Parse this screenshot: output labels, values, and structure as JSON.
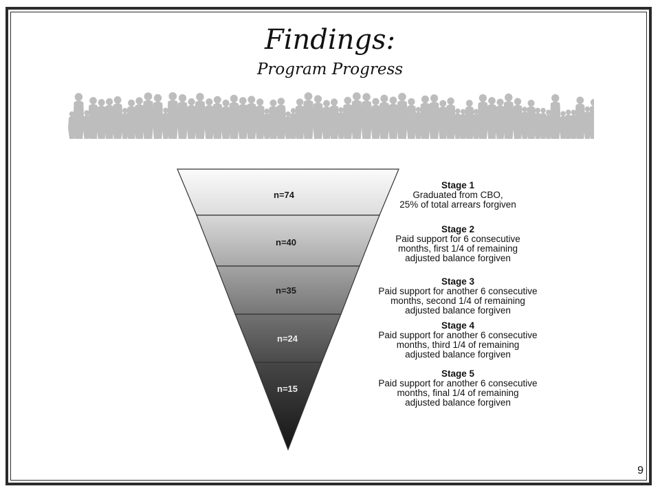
{
  "slide": {
    "title": "Findings:",
    "subtitle": "Program Progress",
    "page_number": "9"
  },
  "funnel": {
    "stages": [
      {
        "count": "n=74",
        "name": "Stage 1",
        "line1": "Graduated from CBO,",
        "line2": "25% of total arrears forgiven",
        "line3": ""
      },
      {
        "count": "n=40",
        "name": "Stage 2",
        "line1": "Paid support for 6 consecutive",
        "line2": "months, first 1/4 of remaining",
        "line3": "adjusted balance forgiven"
      },
      {
        "count": "n=35",
        "name": "Stage 3",
        "line1": "Paid support for another 6 consecutive",
        "line2": "months, second 1/4 of remaining",
        "line3": "adjusted balance forgiven"
      },
      {
        "count": "n=24",
        "name": "Stage 4",
        "line1": "Paid support for another 6 consecutive",
        "line2": "months, third 1/4 of remaining",
        "line3": "adjusted balance forgiven"
      },
      {
        "count": "n=15",
        "name": "Stage 5",
        "line1": "Paid support for another 6 consecutive",
        "line2": "months, final 1/4 of remaining",
        "line3": "adjusted balance forgiven"
      }
    ]
  },
  "colors": {
    "frame": "#2b2b2b",
    "crowd": "#bdbdbd",
    "funnel_top": "#f7f7f7",
    "funnel_bottom": "#1a1a1a"
  }
}
